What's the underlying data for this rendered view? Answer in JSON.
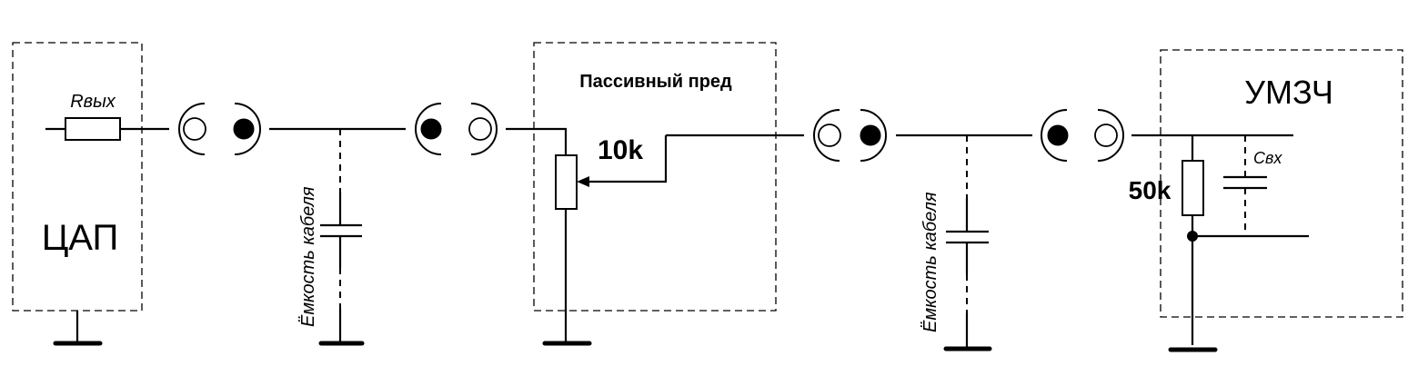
{
  "diagram": {
    "type": "circuit-schematic",
    "blocks": [
      {
        "id": "dac",
        "label": "ЦАП"
      },
      {
        "id": "passive-pre",
        "label": "Пассивный пред"
      },
      {
        "id": "amp",
        "label": "УМЗЧ"
      }
    ],
    "components": {
      "r_out": {
        "label": "Rвых",
        "kind": "resistor"
      },
      "cable_cap_1": {
        "label": "Ёмкость кабеля",
        "kind": "capacitor"
      },
      "pot": {
        "label": "10k",
        "kind": "potentiometer"
      },
      "cable_cap_2": {
        "label": "Ёмкость кабеля",
        "kind": "capacitor"
      },
      "r_in": {
        "label": "50k",
        "kind": "resistor"
      },
      "c_in": {
        "label": "Свх",
        "kind": "capacitor"
      }
    },
    "connectors": [
      {
        "id": "rca-1a",
        "pin": "open"
      },
      {
        "id": "rca-1b",
        "pin": "solid"
      },
      {
        "id": "rca-2a",
        "pin": "solid"
      },
      {
        "id": "rca-2b",
        "pin": "open"
      },
      {
        "id": "rca-3a",
        "pin": "open"
      },
      {
        "id": "rca-3b",
        "pin": "solid"
      },
      {
        "id": "rca-4a",
        "pin": "solid"
      },
      {
        "id": "rca-4b",
        "pin": "open"
      }
    ],
    "grounds": 5
  }
}
